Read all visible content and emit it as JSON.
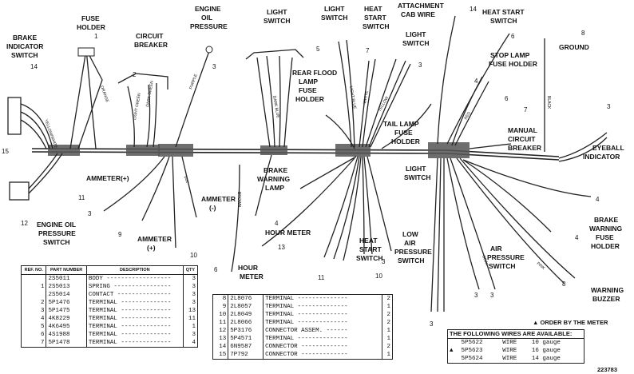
{
  "labels": {
    "brake_indicator_switch": [
      "BRAKE",
      "INDICATOR",
      "SWITCH"
    ],
    "fuse_holder": [
      "FUSE",
      "HOLDER"
    ],
    "circuit_breaker": [
      "CIRCUIT",
      "BREAKER"
    ],
    "engine_oil_pressure": [
      "ENGINE",
      "OIL",
      "PRESSURE"
    ],
    "light_switch_top": [
      "LIGHT",
      "SWITCH"
    ],
    "light_switch_2": [
      "LIGHT",
      "SWITCH"
    ],
    "heat_start_switch_top": [
      "HEAT",
      "START",
      "SWITCH"
    ],
    "attachment_cab_wire": [
      "ATTACHMENT",
      "CAB WIRE"
    ],
    "heat_start_switch_right": [
      "HEAT START",
      "SWITCH"
    ],
    "light_switch_3": [
      "LIGHT",
      "SWITCH"
    ],
    "ground": [
      "GROUND"
    ],
    "stop_lamp_fuse_holder": [
      "STOP LAMP",
      "FUSE HOLDER"
    ],
    "rear_flood_lamp_fuse_holder": [
      "REAR FLOOD",
      "LAMP",
      "FUSE",
      "HOLDER"
    ],
    "tail_lamp_fuse_holder": [
      "TAIL LAMP",
      "FUSE",
      "HOLDER"
    ],
    "manual_circuit_breaker": [
      "MANUAL",
      "CIRCUIT",
      "BREAKER"
    ],
    "eyeball_indicator": [
      "EYEBALL",
      "INDICATOR"
    ],
    "ammeter_plus_top": [
      "AMMETER(+)"
    ],
    "brake_warning_lamp": [
      "BRAKE",
      "WARNING",
      "LAMP"
    ],
    "ammeter_minus": [
      "AMMETER",
      "(-)"
    ],
    "light_switch_mid": [
      "LIGHT",
      "SWITCH"
    ],
    "engine_oil_pressure_switch": [
      "ENGINE OIL",
      "PRESSURE",
      "SWITCH"
    ],
    "ammeter_plus_bottom": [
      "AMMETER",
      "(+)"
    ],
    "hour_meter_mid": [
      "HOUR METER"
    ],
    "hour_meter_bottom": [
      "HOUR",
      "METER"
    ],
    "heat_start_switch_bottom": [
      "HEAT",
      "START",
      "SWITCH"
    ],
    "low_air_pressure_switch": [
      "LOW",
      "AIR",
      "PRESSURE",
      "SWITCH"
    ],
    "air_pressure_switch": [
      "AIR",
      "PRESSURE",
      "SWITCH"
    ],
    "brake_warning_fuse_holder": [
      "BRAKE",
      "WARNING",
      "FUSE",
      "HOLDER"
    ],
    "warning_buzzer": [
      "WARNING",
      "BUZZER"
    ]
  },
  "callouts": [
    "14",
    "1",
    "2",
    "3",
    "15",
    "12",
    "11",
    "5",
    "7",
    "3",
    "14",
    "8",
    "6",
    "4",
    "6",
    "7",
    "3",
    "3",
    "9",
    "10",
    "13",
    "6",
    "11",
    "10",
    "3",
    "4",
    "4",
    "3",
    "3",
    "3",
    "4",
    "8"
  ],
  "wire_colors": [
    "YELLOW/WHITE",
    "ORANGE",
    "PURPLE",
    "DARK GREEN",
    "LIGHT GREEN",
    "DARK BLUE",
    "LIGHT BLUE",
    "WHITE",
    "YELLOW",
    "RED",
    "BLACK",
    "BROWN",
    "GRAY",
    "PINK",
    "TAN"
  ],
  "parts_table_a": {
    "headers": [
      "REF. NO.",
      "PART NUMBER",
      "DESCRIPTION",
      "QTY"
    ],
    "rows": [
      {
        "ref": "",
        "part": "2S5011",
        "desc": "BODY",
        "qty": "3"
      },
      {
        "ref": "1",
        "part": "2S5013",
        "desc": "SPRING",
        "qty": "3"
      },
      {
        "ref": "",
        "part": "2S5014",
        "desc": "CONTACT",
        "qty": "3"
      },
      {
        "ref": "2",
        "part": "5P1476",
        "desc": "TERMINAL",
        "qty": "3"
      },
      {
        "ref": "3",
        "part": "5P1475",
        "desc": "TERMINAL",
        "qty": "13"
      },
      {
        "ref": "4",
        "part": "4K8229",
        "desc": "TERMINAL",
        "qty": "11"
      },
      {
        "ref": "5",
        "part": "4K6495",
        "desc": "TERMINAL",
        "qty": "1"
      },
      {
        "ref": "6",
        "part": "4S1988",
        "desc": "TERMINAL",
        "qty": "3"
      },
      {
        "ref": "7",
        "part": "5P1478",
        "desc": "TERMINAL",
        "qty": "4"
      }
    ]
  },
  "parts_table_b": {
    "rows": [
      {
        "ref": "8",
        "part": "2L8076",
        "desc": "TERMINAL",
        "qty": "2"
      },
      {
        "ref": "9",
        "part": "2L8057",
        "desc": "TERMINAL",
        "qty": "1"
      },
      {
        "ref": "10",
        "part": "2L8049",
        "desc": "TERMINAL",
        "qty": "2"
      },
      {
        "ref": "11",
        "part": "2L8066",
        "desc": "TERMINAL",
        "qty": "2"
      },
      {
        "ref": "12",
        "part": "5P3176",
        "desc": "CONNECTOR ASSEM.",
        "qty": "1"
      },
      {
        "ref": "13",
        "part": "5P4571",
        "desc": "TERMINAL",
        "qty": "1"
      },
      {
        "ref": "14",
        "part": "6N9587",
        "desc": "CONNECTOR",
        "qty": "2"
      },
      {
        "ref": "15",
        "part": "7P792",
        "desc": "CONNECTOR",
        "qty": "1"
      }
    ]
  },
  "order_note": "▲ ORDER BY THE METER",
  "available_title": "THE FOLLOWING WIRES ARE AVAILABLE:",
  "available_wires": [
    {
      "mark": "",
      "part": "5P5622",
      "desc": "WIRE",
      "gauge": "10 gauge"
    },
    {
      "mark": "▲",
      "part": "5P5623",
      "desc": "WIRE",
      "gauge": "16 gauge"
    },
    {
      "mark": "",
      "part": "5P5624",
      "desc": "WIRE",
      "gauge": "14 gauge"
    }
  ],
  "drawing_number": "223783"
}
